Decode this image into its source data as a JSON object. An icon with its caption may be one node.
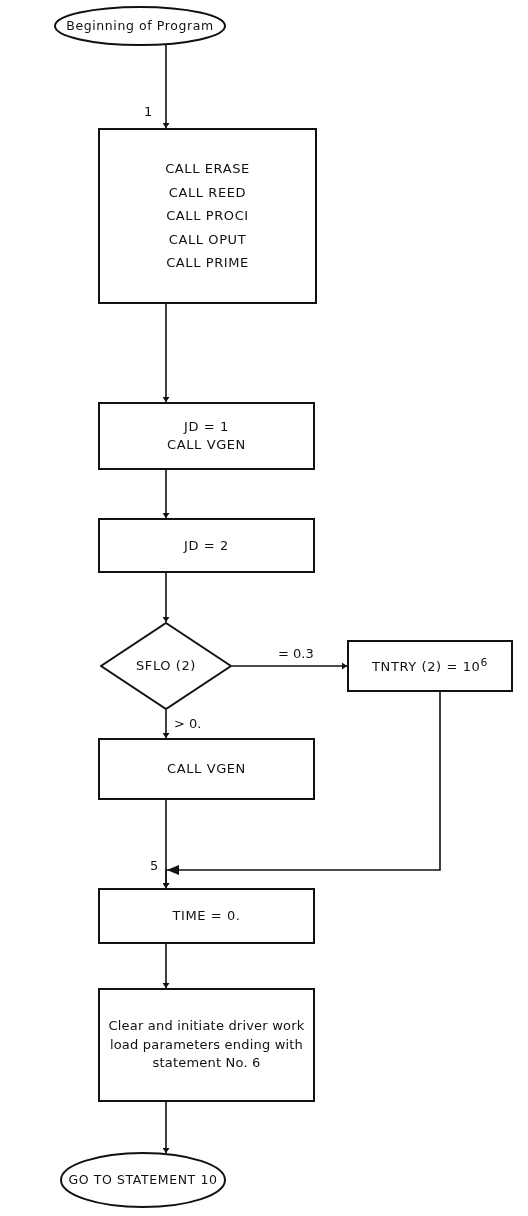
{
  "diagram": {
    "nodes": [
      {
        "text": [
          "Beginning of Program"
        ]
      },
      {
        "text": [
          "CALL ERASE",
          "CALL REED",
          "CALL PROCI",
          "CALL OPUT",
          "CALL PRIME"
        ]
      },
      {
        "text": [
          "JD = 1",
          "CALL VGEN"
        ]
      },
      {
        "text": [
          "JD = 2"
        ]
      },
      {
        "text": [
          "SFLO (2)"
        ]
      },
      {
        "text": [
          "TNTRY (2) = 10$^{6}$"
        ]
      },
      {
        "text": [
          "CALL VGEN"
        ]
      },
      {
        "text": [
          "TIME = 0."
        ]
      },
      {
        "text": [
          "Clear and initiate driver work load parameters ending with statement No. 6"
        ]
      },
      {
        "text": [
          "GO TO STATEMENT 10"
        ]
      }
    ],
    "edges": [
      {
        "from": 0,
        "to": 1,
        "arrow": "to",
        "label": "1"
      },
      {
        "from": 1,
        "to": 2,
        "arrow": "to"
      },
      {
        "from": 2,
        "to": 3,
        "arrow": "to"
      },
      {
        "from": 3,
        "to": 4,
        "arrow": "to"
      },
      {
        "from": 4,
        "to": 5,
        "arrow": "to",
        "label": "= 0.3"
      },
      {
        "from": 4,
        "to": 6,
        "arrow": "to",
        "label": "> 0."
      },
      {
        "from": 5,
        "to": 7,
        "arrow": "to"
      },
      {
        "from": 6,
        "to": 7,
        "arrow": "to"
      },
      {
        "from": 7,
        "to": 8,
        "arrow": "to"
      },
      {
        "from": 8,
        "to": 9,
        "arrow": "to"
      }
    ],
    "labels": [
      "5"
    ]
  }
}
